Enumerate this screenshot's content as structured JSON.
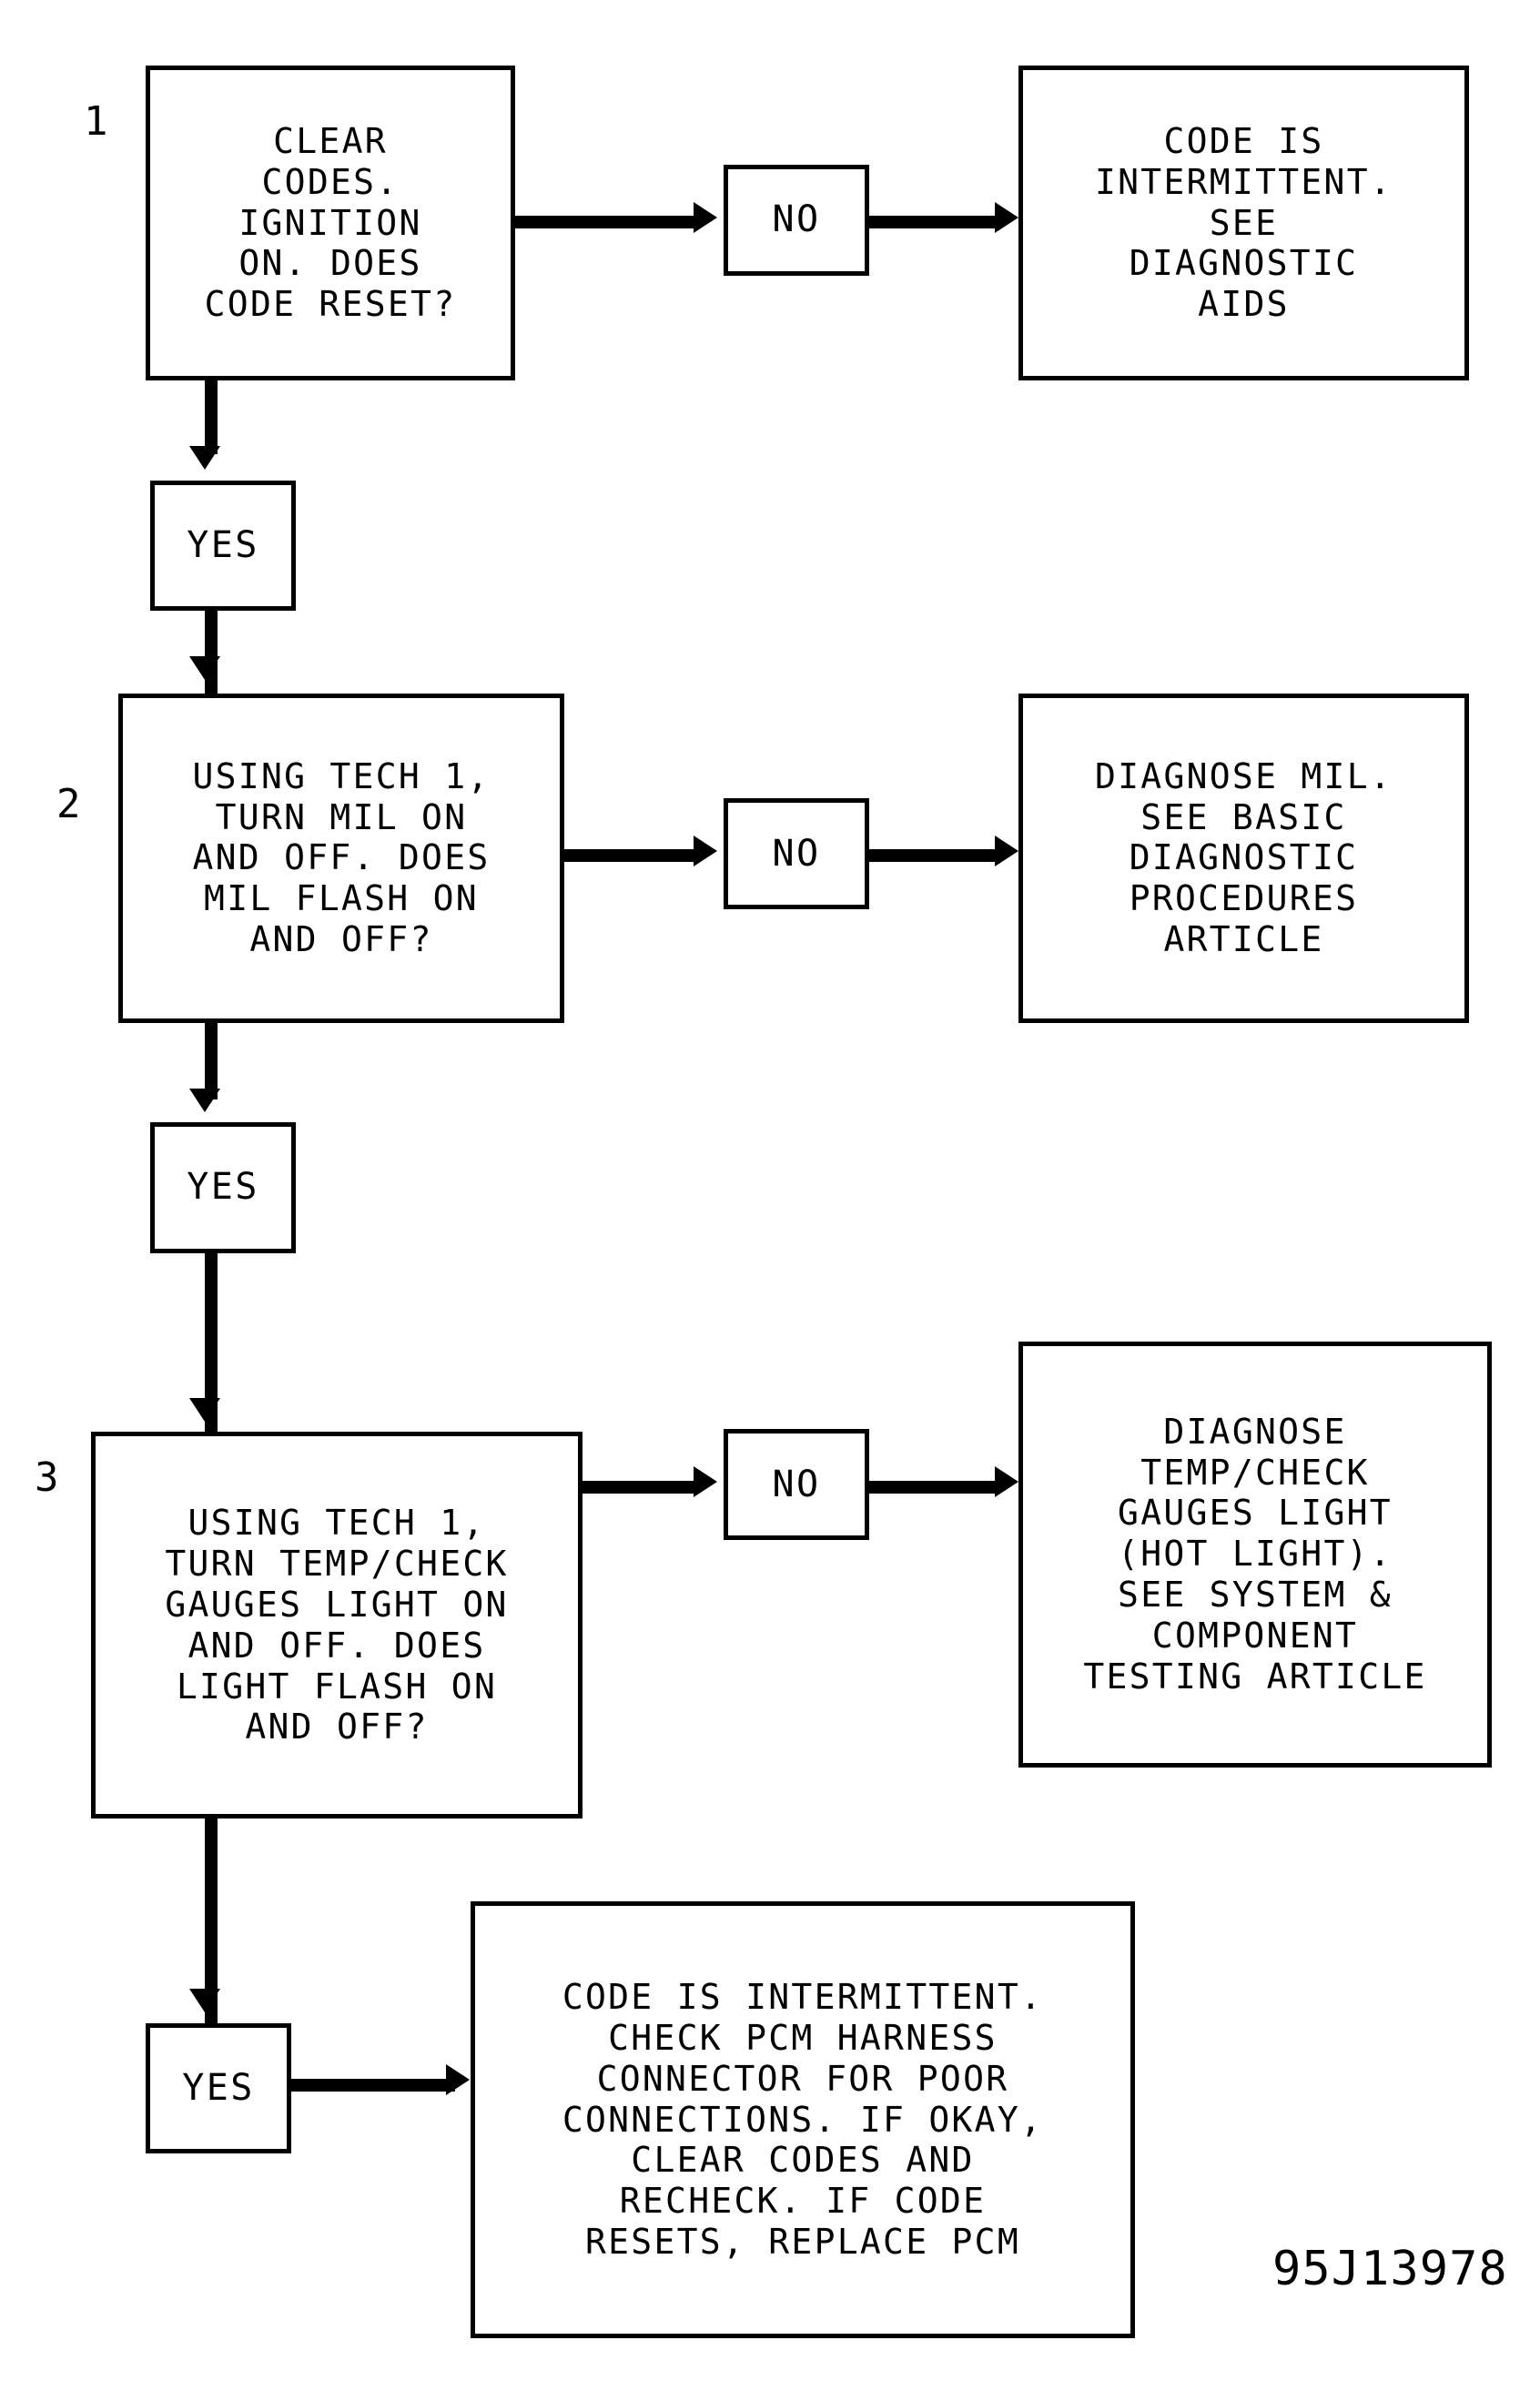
{
  "document": {
    "type": "diagnostic-flowchart",
    "signature_code": "95J13978",
    "background_color": "#ffffff",
    "line_color": "#000000"
  },
  "steps": [
    {
      "number": "1",
      "question": "CLEAR\nCODES.\nIGNITION\nON. DOES\nCODE RESET?",
      "branch_no_label": "NO",
      "branch_yes_label": "YES",
      "no_result": "CODE IS\nINTERMITTENT.\nSEE\nDIAGNOSTIC\nAIDS"
    },
    {
      "number": "2",
      "question": "USING TECH 1,\nTURN MIL ON\nAND OFF. DOES\nMIL FLASH ON\nAND OFF?",
      "branch_no_label": "NO",
      "branch_yes_label": "YES",
      "no_result": "DIAGNOSE MIL.\nSEE BASIC\nDIAGNOSTIC\nPROCEDURES\nARTICLE"
    },
    {
      "number": "3",
      "question": "USING TECH 1,\nTURN TEMP/CHECK\nGAUGES LIGHT ON\nAND OFF. DOES\nLIGHT FLASH ON\nAND OFF?",
      "branch_no_label": "NO",
      "branch_yes_label": "YES",
      "no_result": "DIAGNOSE\nTEMP/CHECK\nGAUGES LIGHT\n(HOT LIGHT).\nSEE SYSTEM &\nCOMPONENT\nTESTING ARTICLE"
    }
  ],
  "final": {
    "text": "CODE IS INTERMITTENT.\nCHECK PCM HARNESS\nCONNECTOR FOR POOR\nCONNECTIONS. IF OKAY,\nCLEAR CODES AND\nRECHECK. IF CODE\nRESETS, REPLACE PCM"
  }
}
